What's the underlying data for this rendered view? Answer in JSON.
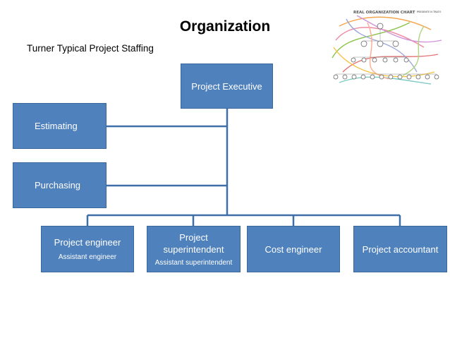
{
  "title": "Organization",
  "subtitle": "Turner Typical Project Staffing",
  "colors": {
    "box_fill": "#4f81bd",
    "box_text": "#ffffff",
    "connector": "#3f6fa8"
  },
  "nodes": {
    "executive": {
      "label": "Project Executive"
    },
    "estimating": {
      "label": "Estimating"
    },
    "purchasing": {
      "label": "Purchasing"
    },
    "project_engineer": {
      "label": "Project engineer",
      "sub": "Assistant engineer"
    },
    "superintendent": {
      "label": "Project superintendent",
      "sub": "Assistant superintendent"
    },
    "cost_engineer": {
      "label": "Cost engineer"
    },
    "accountant": {
      "label": "Project accountant"
    }
  },
  "thumbnail": {
    "title": "REAL ORGANIZATION CHART",
    "badge": "PRESENTE N TRATO"
  }
}
